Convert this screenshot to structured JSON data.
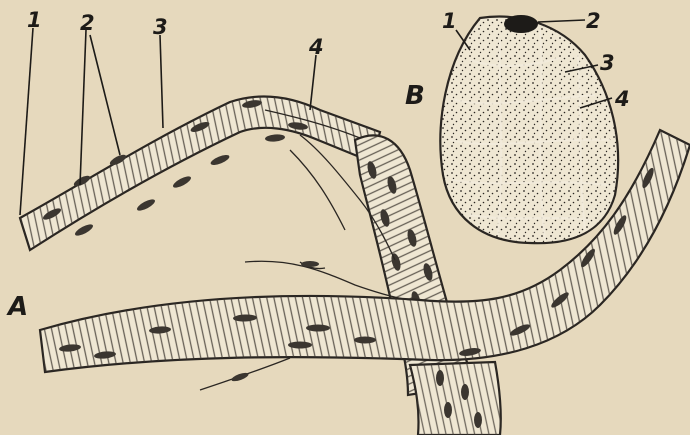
{
  "figure": {
    "panel_a_label": "A",
    "panel_b_label": "B",
    "panel_a_numbers": [
      "1",
      "2",
      "3",
      "4"
    ],
    "panel_b_numbers": [
      "1",
      "2",
      "3",
      "4"
    ]
  },
  "colors": {
    "paper": "#e6d9bd",
    "ink": "#2a2622",
    "fiber": "#efe7d3"
  }
}
